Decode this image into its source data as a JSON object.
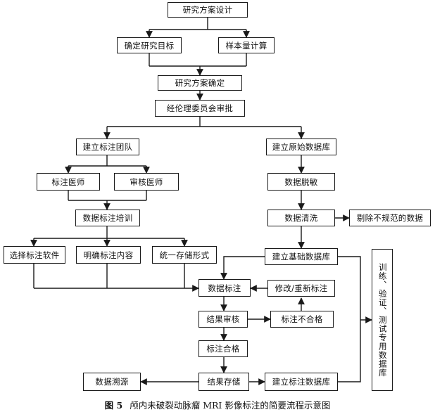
{
  "diagram": {
    "nodes": {
      "design": "研究方案设计",
      "goal": "确定研究目标",
      "sample": "样本量计算",
      "confirm": "研究方案确定",
      "ethics": "经伦理委员会审批",
      "team": "建立标注团队",
      "rawdb": "建立原始数据库",
      "annotator": "标注医师",
      "reviewer": "审核医师",
      "desens": "数据脱敏",
      "training": "数据标注培训",
      "clean": "数据清洗",
      "remove": "剔除不规范的数据",
      "software": "选择标注软件",
      "content": "明确标注内容",
      "storage_format": "统一存储形式",
      "basedb": "建立基础数据库",
      "annotate": "数据标注",
      "revise": "修改/重新标注",
      "review": "结果审核",
      "fail": "标注不合格",
      "pass": "标注合格",
      "trace": "数据溯源",
      "store": "结果存储",
      "labeldb": "建立标注数据库",
      "final": "训练、验证、测试专用数据库"
    }
  },
  "caption": {
    "figure_label": "图 5",
    "text": "颅内未破裂动脉瘤 MRI 影像标注的简要流程示意图"
  },
  "colors": {
    "line": "#1a1a1a",
    "box_fill": "#ffffff"
  }
}
